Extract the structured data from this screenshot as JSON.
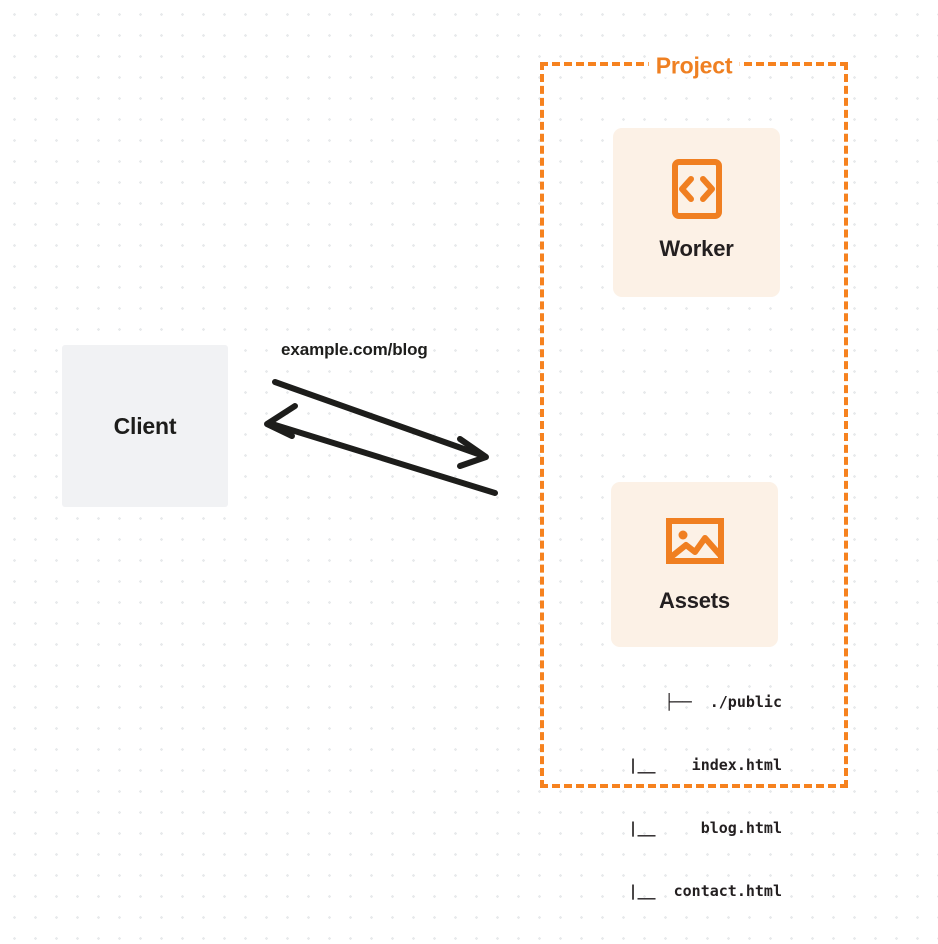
{
  "diagram": {
    "title": "Worker with static assets request flow",
    "background": {
      "color": "#ffffff",
      "dot_color": "#e8eaec"
    },
    "colors": {
      "accent_orange": "#f6821f",
      "card_cream": "#fcf1e6",
      "client_gray": "#f1f2f4",
      "text_dark": "#231f20",
      "arrow_black": "#1d1d1b"
    },
    "client": {
      "label": "Client"
    },
    "connection": {
      "label": "example.com/blog",
      "request_arrow_name": "arrow-client-to-project",
      "response_arrow_name": "arrow-project-to-client"
    },
    "project": {
      "label": "Project",
      "nodes": [
        {
          "label": "Worker",
          "icon": "code-brackets-icon"
        },
        {
          "label": "Assets",
          "icon": "image-icon"
        }
      ],
      "file_tree": [
        "├──  ./public",
        "|__    index.html",
        "|__     blog.html",
        "|__  contact.html"
      ]
    }
  }
}
